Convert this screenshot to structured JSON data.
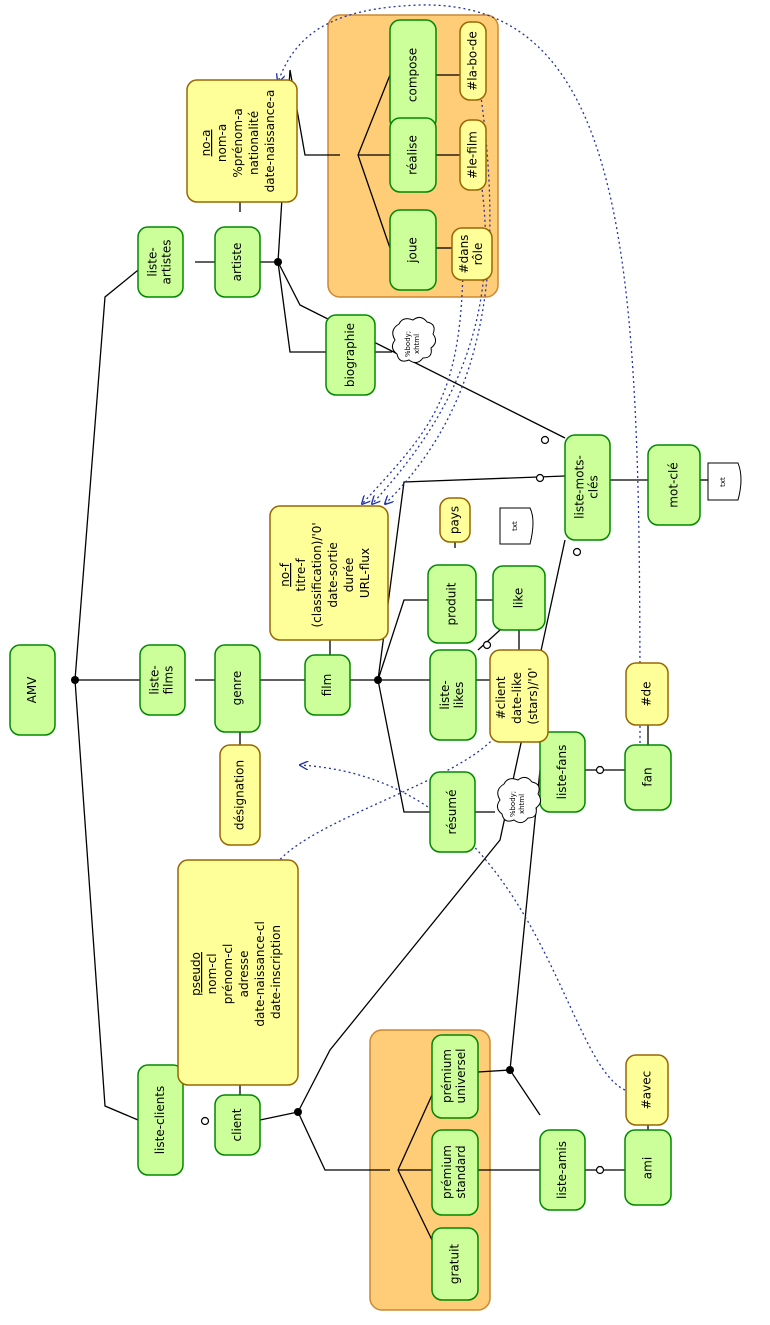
{
  "nodes": {
    "amv": "AMV",
    "liste_artistes": [
      "liste-",
      "artistes"
    ],
    "artiste": "artiste",
    "biographie": "biographie",
    "compose": "compose",
    "realise": "réalise",
    "joue": "joue",
    "liste_films": [
      "liste-",
      "films"
    ],
    "genre": "genre",
    "film": "film",
    "liste_likes": [
      "liste-",
      "likes"
    ],
    "produit": "produit",
    "like": "like",
    "resume": "résumé",
    "liste_mots_cles": [
      "liste-mots-",
      "clés"
    ],
    "mot_cle": "mot-clé",
    "liste_clients": "liste-clients",
    "client": "client",
    "gratuit": "gratuit",
    "premium_standard": [
      "prémium",
      "standard"
    ],
    "premium_universel": [
      "prémium",
      "universel"
    ],
    "liste_amis": "liste-amis",
    "liste_fans": "liste-fans",
    "ami": "ami",
    "fan": "fan"
  },
  "attributes": {
    "artiste_attrs": [
      "no-a",
      "nom-a",
      "%prénom-a",
      "nationalité",
      "date-naissance-a"
    ],
    "la_bo_de": "#la-bo-de",
    "le_film": "#le-film",
    "dans_role": [
      "#dans",
      "rôle"
    ],
    "film_attrs": [
      "no-f",
      "titre-f",
      "(classification)/'0'",
      "date-sortie",
      "durée",
      "URL-flux"
    ],
    "pays": "pays",
    "like_attrs": [
      "#client",
      "date-like",
      "(stars)/'0'"
    ],
    "designation": "désignation",
    "client_attrs": [
      "pseudo",
      "nom-cl",
      "prénom-cl",
      "adresse",
      "date-naissance-cl",
      "date-inscription"
    ],
    "avec": "#avec",
    "de": "#de"
  },
  "content_types": {
    "biographie_cloud": [
      "%body;",
      "xhtml"
    ],
    "resume_cloud": [
      "%body;",
      "xhtml"
    ],
    "like_doc": "txt",
    "motcle_doc": "txt"
  },
  "colors": {
    "element_fill": "#ccff99",
    "element_stroke": "#008800",
    "attribute_fill": "#ffff99",
    "group_fill": "#ffcc77",
    "reference_link": "#2233aa"
  }
}
